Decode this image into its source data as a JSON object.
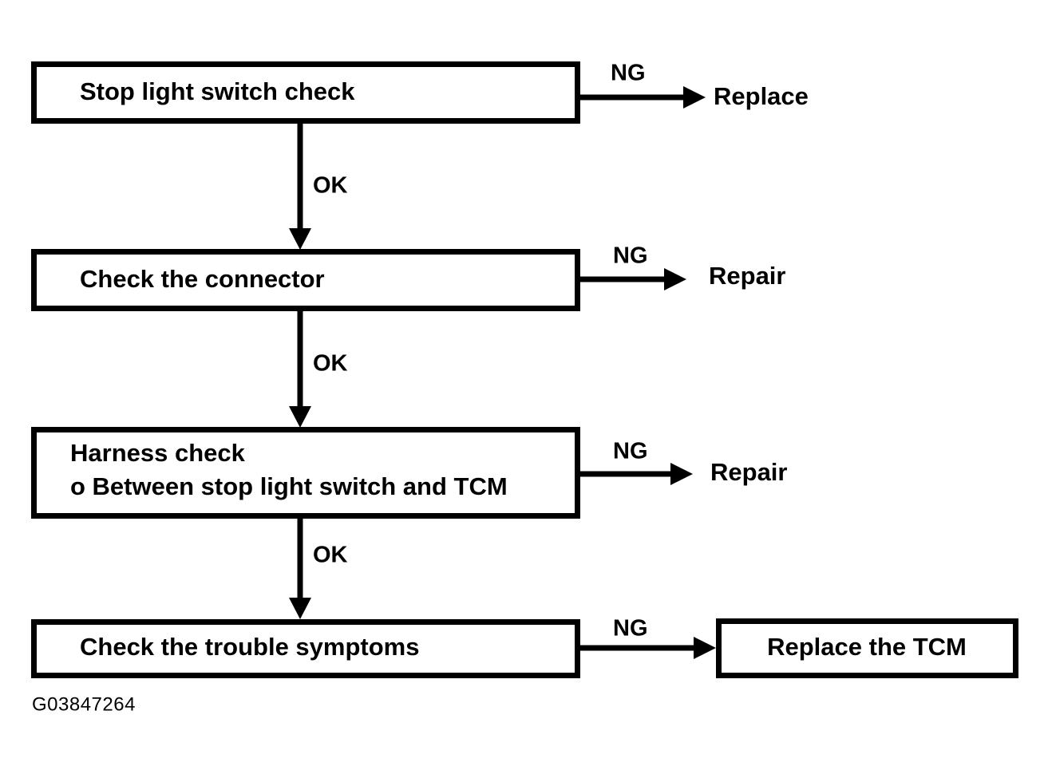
{
  "figure": {
    "caption": "G03847264",
    "background_color": "#ffffff",
    "line_color": "#000000"
  },
  "steps": [
    {
      "id": "stop-light-switch-check",
      "lines": [
        "Stop light switch check"
      ],
      "fail_label": "NG",
      "fail_target": "Replace",
      "fail_target_boxed": false,
      "pass_label": "OK"
    },
    {
      "id": "check-the-connector",
      "lines": [
        "Check the connector"
      ],
      "fail_label": "NG",
      "fail_target": "Repair",
      "fail_target_boxed": false,
      "pass_label": "OK"
    },
    {
      "id": "harness-check",
      "lines": [
        "Harness check",
        "o Between stop light switch and TCM"
      ],
      "fail_label": "NG",
      "fail_target": "Repair",
      "fail_target_boxed": false,
      "pass_label": "OK"
    },
    {
      "id": "check-the-trouble-symptoms",
      "lines": [
        "Check the trouble symptoms"
      ],
      "fail_label": "NG",
      "fail_target": "Replace the TCM",
      "fail_target_boxed": true,
      "pass_label": ""
    }
  ],
  "labels": {
    "step1_line1": "Stop light switch check",
    "step1_ng": "NG",
    "step1_result": "Replace",
    "step1_ok": "OK",
    "step2_line1": "Check the connector",
    "step2_ng": "NG",
    "step2_result": "Repair",
    "step2_ok": "OK",
    "step3_line1": "Harness check",
    "step3_line2": "o Between stop light switch and TCM",
    "step3_ng": "NG",
    "step3_result": "Repair",
    "step3_ok": "OK",
    "step4_line1": "Check the trouble symptoms",
    "step4_ng": "NG",
    "step4_result": "Replace the TCM",
    "caption": "G03847264"
  }
}
